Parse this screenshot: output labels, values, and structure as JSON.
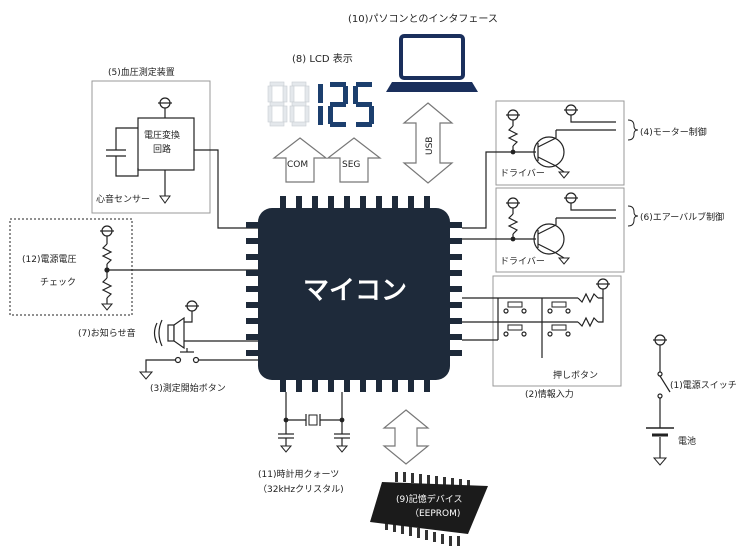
{
  "labels": {
    "pc_interface": "(10)パソコンとのインタフェース",
    "lcd": "(8) LCD 表示",
    "lcd_digits": "125",
    "com": "COM",
    "seg": "SEG",
    "usb": "USB",
    "bp_device": "(5)血圧測定装置",
    "voltage_converter_1": "電圧変換",
    "voltage_converter_2": "回路",
    "heart_sensor": "心音センサー",
    "power_check_1": "(12)電源電圧",
    "power_check_2": "チェック",
    "notification": "(7)お知らせ音",
    "start_button": "(3)測定開始ボタン",
    "mcu": "マイコン",
    "crystal_1": "(11)時計用クォーツ",
    "crystal_2": "（32kHzクリスタル)",
    "memory_1": "(9)記憶デバイス",
    "memory_2": "（EEPROM)",
    "motor_control": "(4)モーター制御",
    "driver_1": "ドライバー",
    "air_valve": "(6)エアーバルブ制御",
    "driver_2": "ドライバー",
    "push_button": "押しボタン",
    "info_input": "(2)情報入力",
    "power_switch": "(1)電源スイッチ",
    "battery": "電池"
  },
  "colors": {
    "mcu_body": "#1e2a3a",
    "lcd_on": "#1c3f6e",
    "lcd_off": "#e4e8ec",
    "laptop": "#1a2f5c"
  }
}
